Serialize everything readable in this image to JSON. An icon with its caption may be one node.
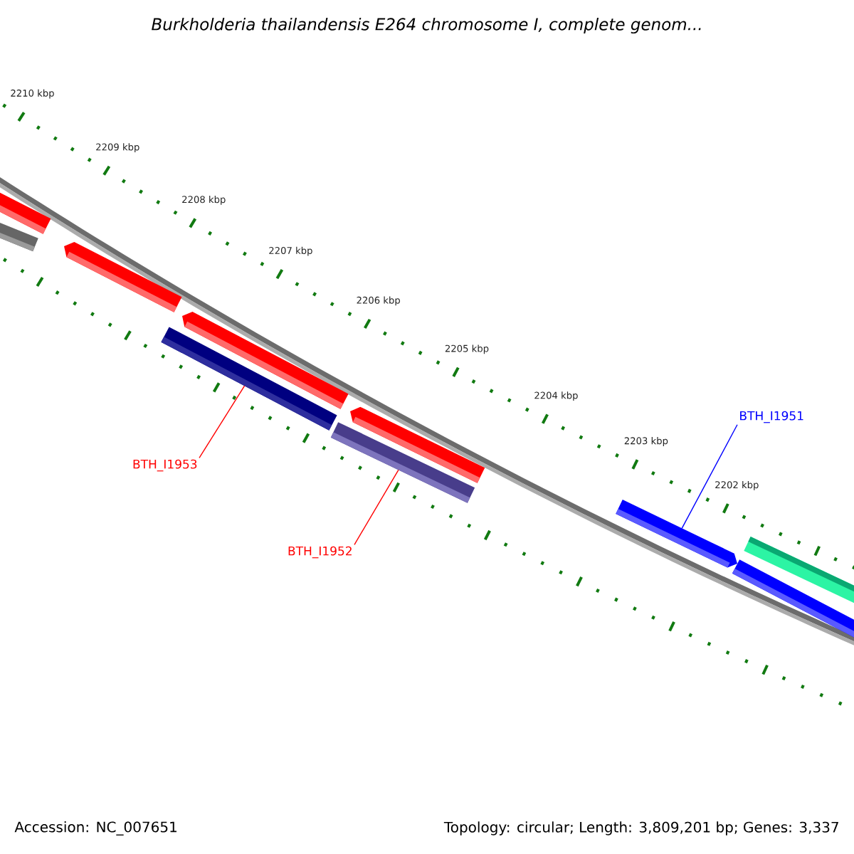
{
  "diagram": {
    "title": "Burkholderia thailandensis E264 chromosome I, complete genom...",
    "nodes": [
      {
        "text": [
          "BTH_I1951"
        ]
      },
      {
        "text": [
          "BTH_I1953"
        ]
      },
      {
        "text": [
          "BTH_I1952"
        ]
      },
      {
        "text": [],
        "shape": "bar"
      },
      {
        "text": [],
        "shape": "bar"
      },
      {
        "text": [],
        "shape": "bar"
      }
    ],
    "edges": [
      {
        "from": 0,
        "to": 5,
        "arrow": "none",
        "color": "#0000ff"
      },
      {
        "from": 1,
        "to": 3,
        "arrow": "none"
      },
      {
        "from": 2,
        "to": 4,
        "arrow": "none"
      }
    ],
    "labels": [
      "2210 kbp",
      "2209 kbp",
      "2208 kbp",
      "2207 kbp",
      "2206 kbp",
      "2205 kbp",
      "2204 kbp",
      "2203 kbp",
      "2202 kbp",
      "Accession: NC_007651",
      "Topology: circular; Length: 3,809,201 bp; Genes: 3,337"
    ]
  }
}
